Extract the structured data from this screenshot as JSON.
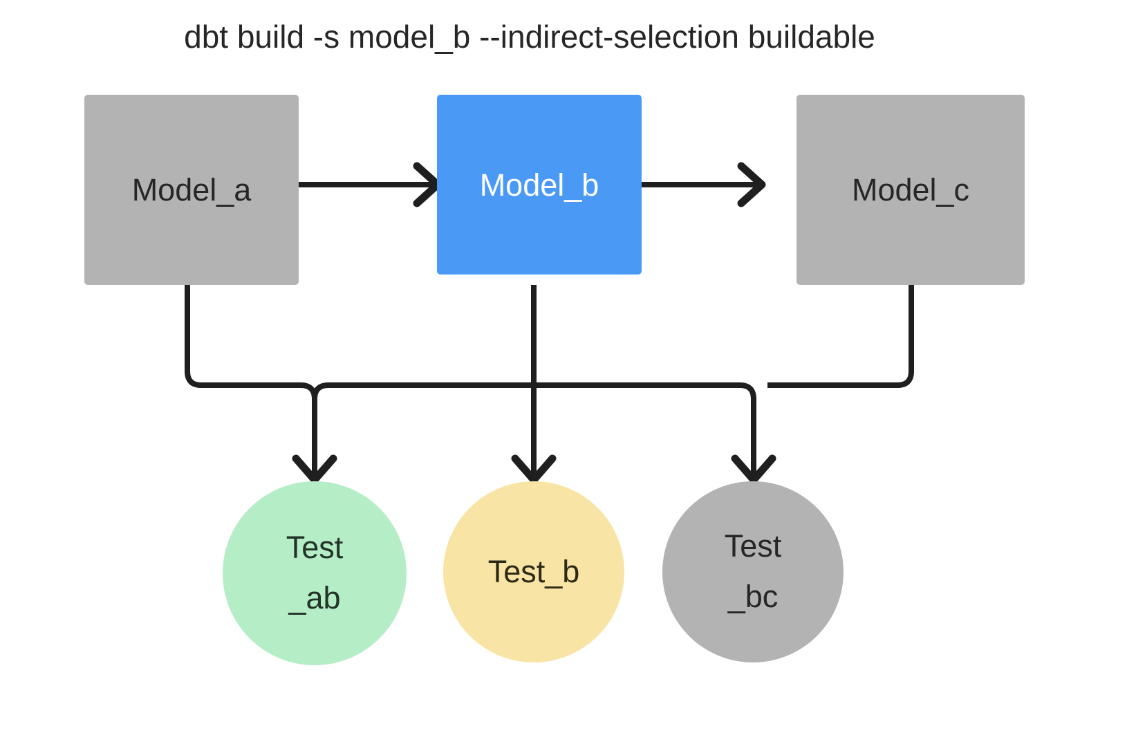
{
  "title": "dbt build -s model_b --indirect-selection buildable",
  "colors": {
    "background": "#ffffff",
    "gray_node": "#b3b3b3",
    "blue_node": "#4a9af5",
    "green_node": "#b5edc7",
    "yellow_node": "#f8e5a6",
    "edge": "#1f1f1f",
    "text_dark": "#262626",
    "text_light": "#ffffff",
    "text_green_node": "#223328",
    "text_yellow_node": "#2c2a16"
  },
  "models": [
    {
      "id": "model_a",
      "label": "Model_a",
      "state": "unselected",
      "color": "#b3b3b3",
      "text_color": "#262626"
    },
    {
      "id": "model_b",
      "label": "Model_b",
      "state": "selected",
      "color": "#4a9af5",
      "text_color": "#ffffff"
    },
    {
      "id": "model_c",
      "label": "Model_c",
      "state": "unselected",
      "color": "#b3b3b3",
      "text_color": "#262626"
    }
  ],
  "tests": [
    {
      "id": "test_ab",
      "line1": "Test",
      "line2": "_ab",
      "state": "selected",
      "color": "#b5edc7",
      "text_color": "#223328"
    },
    {
      "id": "test_b",
      "line1": "Test_b",
      "line2": "",
      "state": "selected",
      "color": "#f8e5a6",
      "text_color": "#2c2a16"
    },
    {
      "id": "test_bc",
      "line1": "Test",
      "line2": "_bc",
      "state": "unselected",
      "color": "#b3b3b3",
      "text_color": "#262626"
    }
  ],
  "edges": [
    {
      "from": "model_a",
      "to": "model_b",
      "kind": "arrow-right"
    },
    {
      "from": "model_b",
      "to": "model_c",
      "kind": "arrow-right"
    },
    {
      "from": "model_a",
      "to": "test_ab",
      "kind": "elbow-down"
    },
    {
      "from": "model_b",
      "to": "test_ab",
      "kind": "elbow-down"
    },
    {
      "from": "model_b",
      "to": "test_b",
      "kind": "straight-down"
    },
    {
      "from": "model_b",
      "to": "test_bc",
      "kind": "elbow-down"
    },
    {
      "from": "model_c",
      "to": "test_bc",
      "kind": "elbow-down"
    }
  ]
}
